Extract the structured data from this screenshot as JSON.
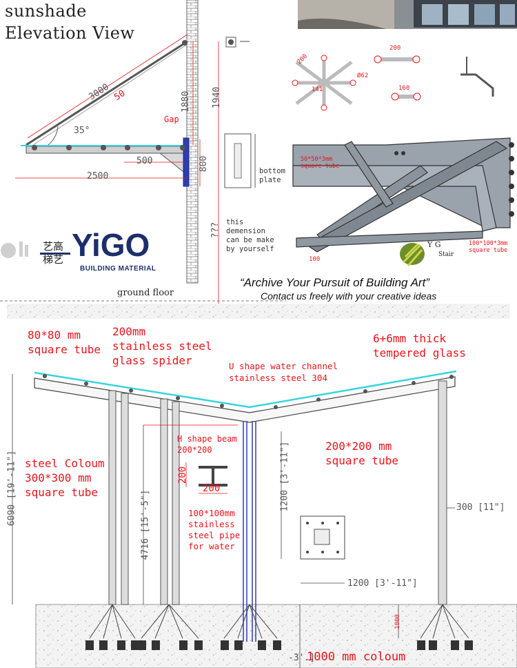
{
  "header": {
    "title_line1": "sunshade",
    "title_line2": "Elevation View"
  },
  "top_elevation": {
    "dim_3000": "3000",
    "dim_50": "50",
    "angle": "35°",
    "gap": "Gap",
    "dim_1880": "1880",
    "dim_1940": "1940",
    "dim_800": "800",
    "dim_500": "500",
    "dim_2500": "2500",
    "unknown_dim": "???",
    "ground_floor": "ground floor"
  },
  "plate_detail": {
    "label": "bottom plate",
    "note": "this demension can be make by yourself"
  },
  "spider_detail": {
    "dim_200a": "200",
    "dim_200b": "200",
    "dim_160": "160",
    "dim_62": "Ø62",
    "dim_141": "141"
  },
  "frame_detail": {
    "tube_small": "50*50*3mm square tube",
    "tube_large": "100*100*3mm square tube",
    "dim_100": "100"
  },
  "brand": {
    "name": "YiGO",
    "subtitle": "BUILDING MATERIAL",
    "chinese_cols": [
      "艺高",
      "梯艺"
    ],
    "yg_mark": "Y G",
    "yg_sub": "Stair"
  },
  "slogan": {
    "line1": "“Archive Your Pursuit of Building Art”",
    "line2": "Contact us freely with your creative ideas"
  },
  "canopy": {
    "tube_80": "80*80 mm\nsquare tube",
    "spider": "200mm\nstainless steel\nglass spider",
    "channel": "U shape water channel\nstainless steel 304",
    "glass": "6+6mm thick\ntempered glass",
    "hbeam": "H shape beam\n200*200",
    "hbeam_w": "200",
    "hbeam_h": "200",
    "tube_200": "200*200 mm\nsquare tube",
    "column": "steel Coloum\n300*300 mm\nsquare tube",
    "pipe": "100*100mm\nstainless\nsteel pipe\nfor water",
    "dim_6090": "6090 [19'-11\"]",
    "dim_4716": "4716 [15'-5\"]",
    "dim_1200v": "1200 [3'-11\"]",
    "dim_1200h": "1200 [3'-11\"]",
    "dim_300": "300 [11\"]",
    "dim_1000": "1000",
    "dim_3": "-3'.]",
    "footing": "1000 mm coloum"
  },
  "colors": {
    "accent_red": "#e8141a",
    "glass_cyan": "#37d4e0",
    "navy": "#1d2f6b",
    "line": "#444444"
  }
}
